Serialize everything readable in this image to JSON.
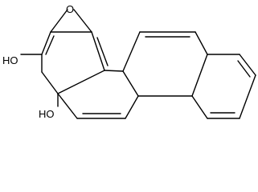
{
  "molecule": {
    "atoms": {
      "epoxide_oxygen": "O",
      "hydroxyl_upper": "HO",
      "hydroxyl_lower": "HO"
    },
    "colors": {
      "background": "#ffffff",
      "bond": "#000000",
      "text": "#000000"
    }
  }
}
